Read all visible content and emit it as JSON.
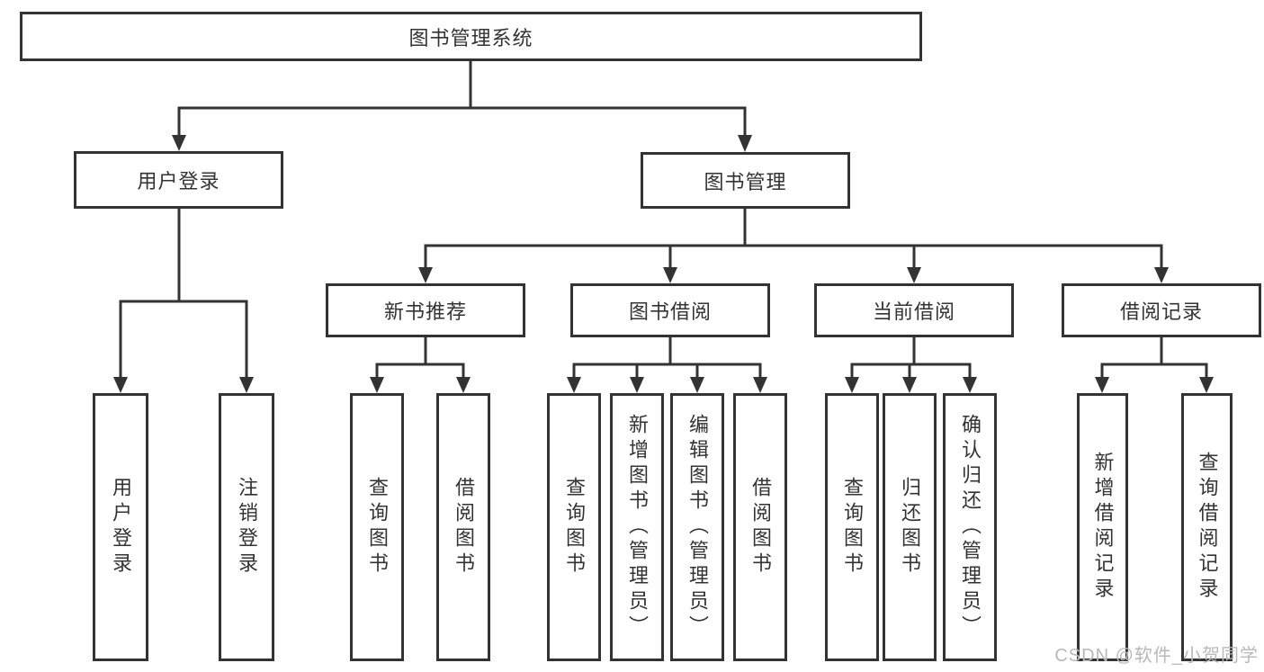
{
  "diagram_type": "hierarchy-tree",
  "tree": {
    "label": "图书管理系统",
    "children": [
      {
        "label": "用户登录",
        "children": [
          {
            "label": "用户登录"
          },
          {
            "label": "注销登录"
          }
        ]
      },
      {
        "label": "图书管理",
        "children": [
          {
            "label": "新书推荐",
            "children": [
              {
                "label": "查询图书"
              },
              {
                "label": "借阅图书"
              }
            ]
          },
          {
            "label": "图书借阅",
            "children": [
              {
                "label": "查询图书"
              },
              {
                "label": "新增图书（管理员）"
              },
              {
                "label": "编辑图书（管理员）"
              },
              {
                "label": "借阅图书"
              }
            ]
          },
          {
            "label": "当前借阅",
            "children": [
              {
                "label": "查询图书"
              },
              {
                "label": "归还图书"
              },
              {
                "label": "确认归还（管理员）"
              }
            ]
          },
          {
            "label": "借阅记录",
            "children": [
              {
                "label": "新增借阅记录"
              },
              {
                "label": "查询借阅记录"
              }
            ]
          }
        ]
      }
    ]
  },
  "watermark": {
    "text": "CSDN @软件_小贺同学"
  },
  "colors": {
    "line": "#333333",
    "box_border": "#333333",
    "box_fill": "#ffffff",
    "text": "#333333",
    "watermark": "#b9b9b9",
    "background": "#ffffff"
  }
}
